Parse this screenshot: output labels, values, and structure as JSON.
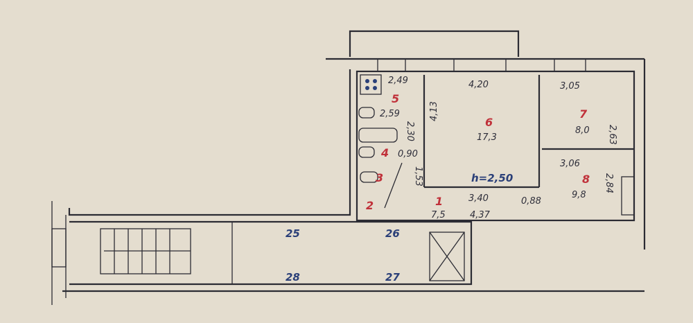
{
  "rooms": [
    {
      "number": "1",
      "area": "7,5"
    },
    {
      "number": "2"
    },
    {
      "number": "3"
    },
    {
      "number": "4"
    },
    {
      "number": "5",
      "area": "2,59"
    },
    {
      "number": "6",
      "area": "17,3"
    },
    {
      "number": "7",
      "area": "8,0"
    },
    {
      "number": "8",
      "area": "9,8"
    }
  ],
  "dimensions": [
    "2,49",
    "4,20",
    "3,05",
    "4,13",
    "2,63",
    "3,06",
    "2,84",
    "3,40",
    "4,37",
    "0,88",
    "2,30",
    "0,90",
    "1,53"
  ],
  "ceiling_height": "h=2,50",
  "axis_labels": [
    "25",
    "26",
    "27",
    "28"
  ],
  "colors": {
    "paper": "#e4ddcf",
    "ink": "#2b2b33",
    "room_number": "#c0313a",
    "axis_label": "#2a3f78"
  }
}
